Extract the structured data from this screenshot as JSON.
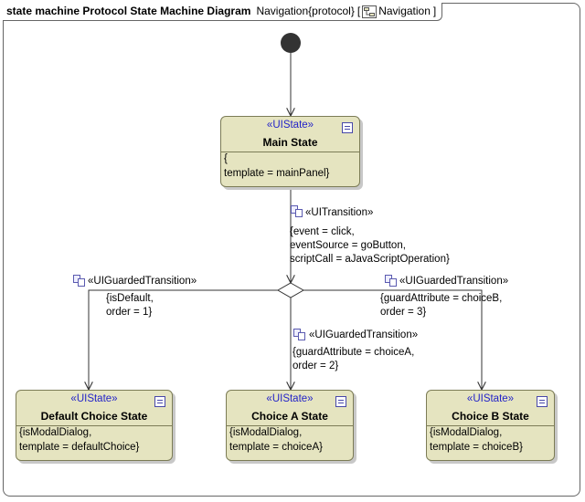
{
  "diagram": {
    "header": {
      "kind": "state machine",
      "name": "Protocol State Machine Diagram",
      "context": "Navigation{protocol}",
      "bracket_open": "[",
      "icon": "state-machine-icon",
      "element": "Navigation",
      "bracket_close": "]"
    },
    "states": {
      "main": {
        "stereotype": "«UIState»",
        "name": "Main State",
        "line1": "{",
        "line2": "template = mainPanel}"
      },
      "default_choice": {
        "stereotype": "«UIState»",
        "name": "Default Choice State",
        "line1": "{isModalDialog,",
        "line2": "template = defaultChoice}"
      },
      "choice_a": {
        "stereotype": "«UIState»",
        "name": "Choice A State",
        "line1": "{isModalDialog,",
        "line2": "template = choiceA}"
      },
      "choice_b": {
        "stereotype": "«UIState»",
        "name": "Choice B State",
        "line1": "{isModalDialog,",
        "line2": "template = choiceB}"
      }
    },
    "transitions": {
      "main_to_choice": {
        "stereotype": "«UITransition»",
        "line1": "{event = click,",
        "line2": "eventSource = goButton,",
        "line3": "scriptCall = aJavaScriptOperation}"
      },
      "to_default": {
        "stereotype": "«UIGuardedTransition»",
        "line1": "{isDefault,",
        "line2": "order = 1}"
      },
      "to_choice_a": {
        "stereotype": "«UIGuardedTransition»",
        "line1": "{guardAttribute = choiceA,",
        "line2": "order = 2}"
      },
      "to_choice_b": {
        "stereotype": "«UIGuardedTransition»",
        "line1": "{guardAttribute = choiceB,",
        "line2": "order = 3}"
      }
    },
    "icons": {
      "state_note": "note-icon",
      "transition": "transition-stereotype-icon",
      "initial": "initial-pseudostate"
    },
    "colors": {
      "state_fill": "#e5e4c0",
      "stereotype_text": "#2323c8",
      "line": "#333333"
    }
  }
}
